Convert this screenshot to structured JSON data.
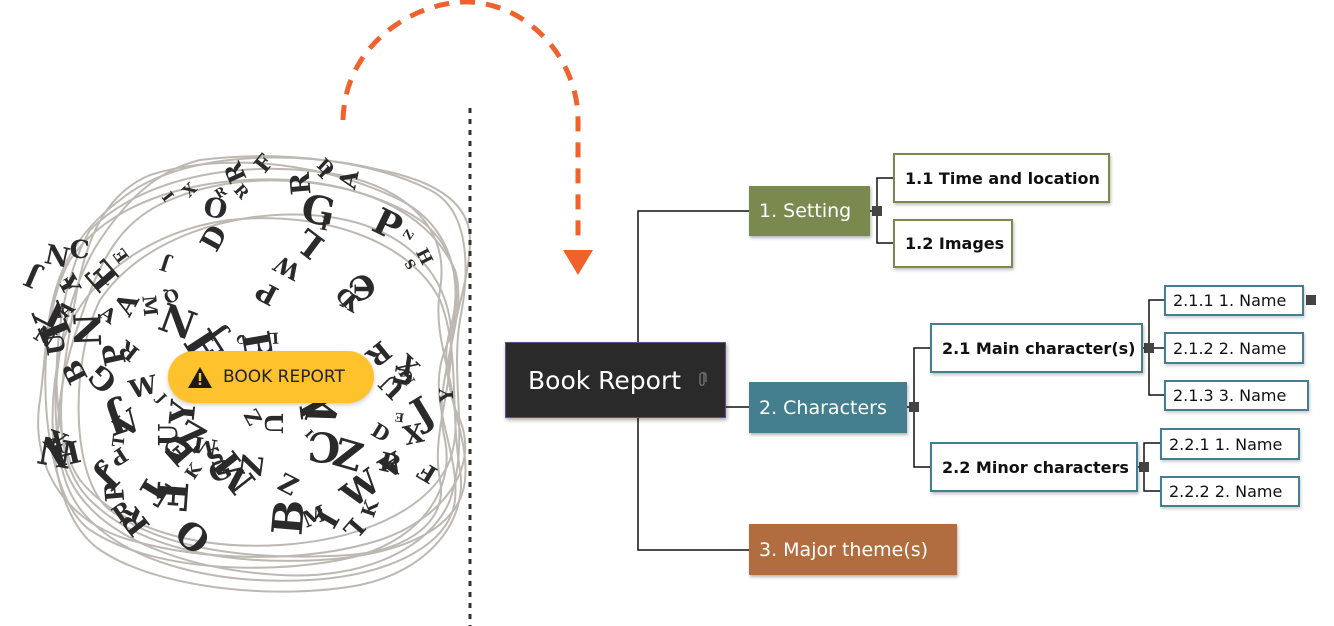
{
  "root": {
    "label": "Book Report",
    "icon": "paperclip-icon"
  },
  "branches": [
    {
      "label": "1.  Setting",
      "color": "#7a8a4e",
      "children": [
        {
          "label": "1.1  Time and location"
        },
        {
          "label": "1.2  Images"
        }
      ]
    },
    {
      "label": "2.  Characters",
      "color": "#437f8e",
      "children": [
        {
          "label": "2.1  Main character(s)",
          "children": [
            {
              "label": "2.1.1   1. Name"
            },
            {
              "label": "2.1.2   2. Name"
            },
            {
              "label": "2.1.3   3. Name"
            }
          ]
        },
        {
          "label": "2.2  Minor characters",
          "children": [
            {
              "label": "2.2.1   1. Name"
            },
            {
              "label": "2.2.2   2. Name"
            }
          ]
        }
      ]
    },
    {
      "label": "3.  Major theme(s)",
      "color": "#b16d40"
    }
  ],
  "badge": {
    "label": "BOOK REPORT",
    "icon": "warning-icon",
    "color": "#fec22d"
  },
  "arrow": {
    "color": "#f0612b"
  },
  "scatter_letters": "ABCDEFGHIJKLMNOPQRSTUVWXYZ"
}
